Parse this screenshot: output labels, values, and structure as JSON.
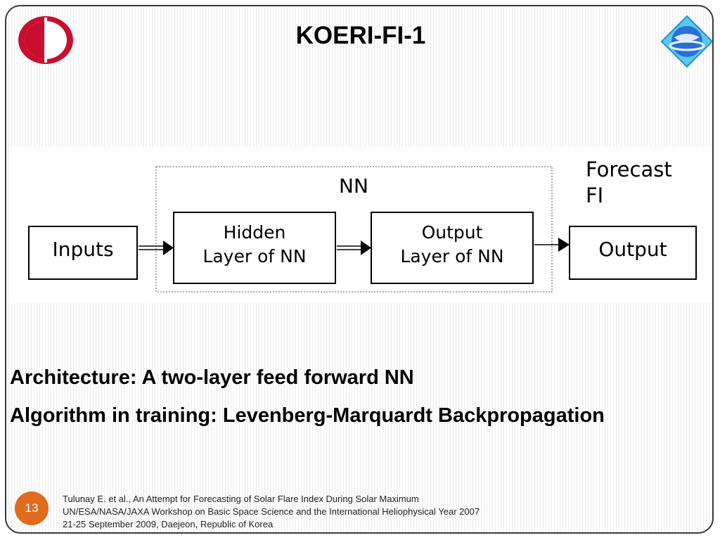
{
  "slide": {
    "title": "KOERI-FI-1",
    "page_number": "13",
    "logos": [
      "university-logo-icon",
      "observatory-globe-logo-icon"
    ]
  },
  "diagram": {
    "nn_label": "NN",
    "forecast_label_line1": "Forecast",
    "forecast_label_line2": "FI",
    "inputs_box": "Inputs",
    "hidden_box_line1": "Hidden",
    "hidden_box_line2": "Layer of NN",
    "output_layer_box_line1": "Output",
    "output_layer_box_line2": "Layer of NN",
    "output_box": "Output"
  },
  "bullets": [
    "Architecture: A two-layer feed forward NN",
    "Algorithm in training: Levenberg-Marquardt Backpropagation"
  ],
  "footer": {
    "line1": "Tulunay E. et al., An Attempt for Forecasting of Solar Flare Index During Solar Maximum",
    "line2": "UN/ESA/NASA/JAXA Workshop on Basic Space Science and the International Heliophysical Year 2007",
    "line3": "21-25 September 2009, Daejeon, Republic of Korea"
  },
  "colors": {
    "accent_orange": "#e06b1f",
    "logo_red": "#c8102e",
    "globe_blue": "#2a6fd6",
    "globe_cyan": "#5ac8f0"
  }
}
